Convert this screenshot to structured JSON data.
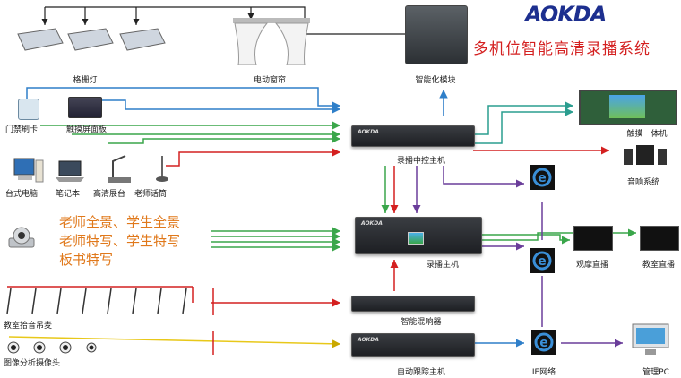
{
  "logo": {
    "text": "AOKDA"
  },
  "title": "多机位智能高清录播系统",
  "labels": {
    "lights": "格栅灯",
    "curtain": "电动窗帘",
    "smart_module": "智能化模块",
    "access": "门禁刷卡",
    "touch_panel": "触摸屏面板",
    "desktop": "台式电脑",
    "laptop": "笔记本",
    "visualizer": "高清展台",
    "mic": "老师话筒",
    "control_host": "录播中控主机",
    "touch_aio": "触摸一体机",
    "speakers": "音响系统",
    "recording_host": "录播主机",
    "watch_live": "观摩直播",
    "class_live": "教室直播",
    "mixer": "智能混响器",
    "hanging_mic": "教室拾音吊麦",
    "tracking_host": "自动跟踪主机",
    "ie_network": "IE网络",
    "analysis_cam": "图像分析摄像头",
    "admin_pc": "管理PC"
  },
  "cameras_text": [
    "老师全景、学生全景",
    "老师特写、学生特写",
    "板书特写"
  ],
  "colors": {
    "blue": "#2f7fc9",
    "green": "#3aa64a",
    "red": "#d42020",
    "purple": "#6a3d9a",
    "yellow": "#e8c81a",
    "black": "#222222",
    "teal": "#2a9d8f"
  }
}
